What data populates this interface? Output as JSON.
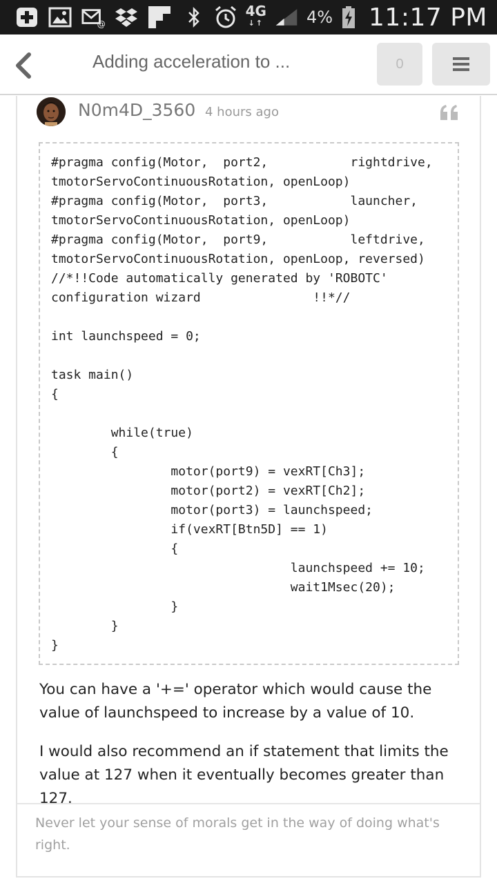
{
  "status_bar": {
    "battery_percent": "4%",
    "time": "11:17 PM",
    "network": "4G",
    "icons": [
      "add-icon",
      "image-icon",
      "mail-icon",
      "dropbox-icon",
      "flipboard-icon",
      "bluetooth-icon",
      "alarm-icon",
      "signal-icon",
      "battery-charging-icon"
    ]
  },
  "header": {
    "title": "Adding acceleration to ...",
    "count": "0",
    "icons": [
      "back-chevron-icon",
      "menu-icon"
    ]
  },
  "post": {
    "username": "N0m4D_3560",
    "timestamp": "4 hours ago",
    "code": "#pragma config(Motor,  port2,           rightdrive,\ntmotorServoContinuousRotation, openLoop)\n#pragma config(Motor,  port3,           launcher,\ntmotorServoContinuousRotation, openLoop)\n#pragma config(Motor,  port9,           leftdrive,\ntmotorServoContinuousRotation, openLoop, reversed)\n//*!!Code automatically generated by 'ROBOTC'\nconfiguration wizard               !!*//\n\nint launchspeed = 0;\n\ntask main()\n{\n\n\twhile(true)\n\t{\n\t\tmotor(port9) = vexRT[Ch3];\n\t\tmotor(port2) = vexRT[Ch2];\n\t\tmotor(port3) = launchspeed;\n\t\tif(vexRT[Btn5D] == 1)\n\t\t{\n\t\t\t\tlaunchspeed += 10;\n\t\t\t\twait1Msec(20);\n\t\t}\n\t}\n}",
    "paragraphs": [
      "You can have a '+=' operator which would cause the value of launchspeed to increase by a value of 10.",
      "I would also recommend an if statement that limits the value at 127 when it eventually becomes greater than 127."
    ],
    "signature": "Never let your sense of morals get in the way of doing what's right.",
    "icons": [
      "avatar",
      "quote-icon"
    ]
  }
}
